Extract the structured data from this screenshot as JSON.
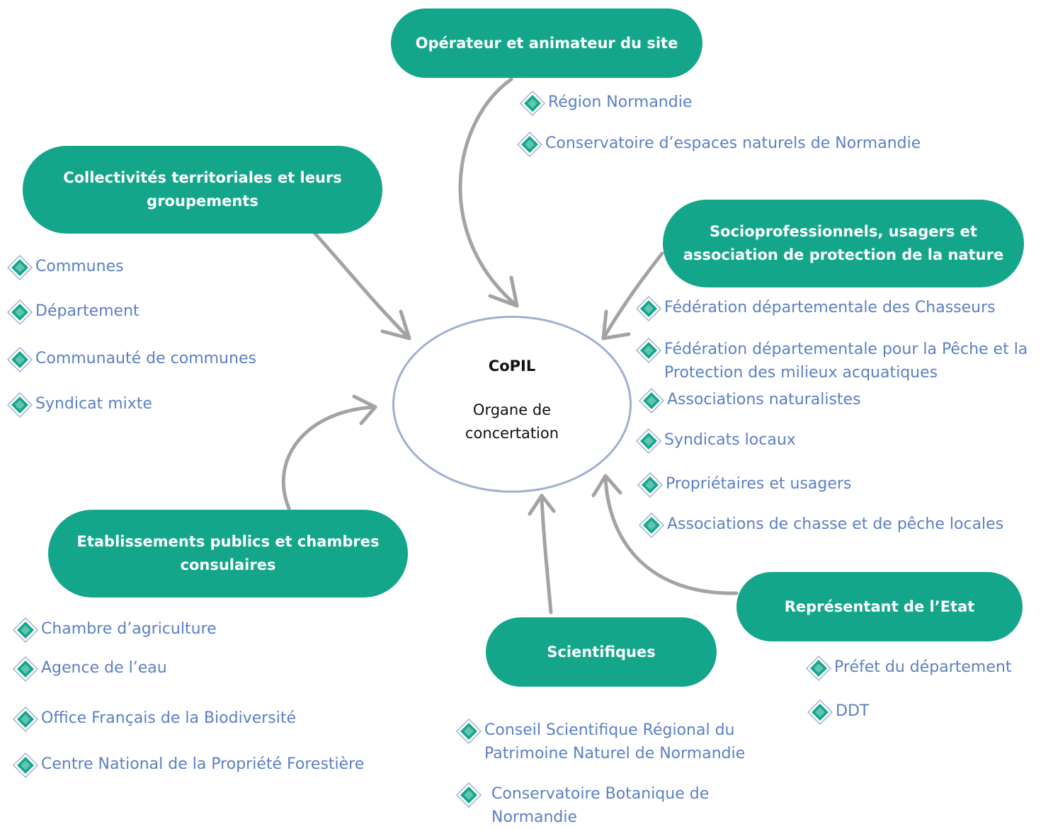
{
  "center": {
    "title": "CoPIL",
    "subtitle": "Organe de concertation"
  },
  "groups": {
    "operateur": {
      "label": "Opérateur et animateur du site",
      "items": [
        "Région Normandie",
        "Conservatoire d’espaces naturels de Normandie"
      ]
    },
    "collectivites": {
      "label": "Collectivités territoriales et leurs groupements",
      "items": [
        "Communes",
        "Département",
        "Communauté de communes",
        "Syndicat mixte"
      ]
    },
    "socioprofessionnels": {
      "label": "Socioprofessionnels, usagers et association de protection de la nature",
      "items": [
        "Fédération départementale des Chasseurs",
        "Fédération départementale pour la Pêche et la Protection des milieux acquatiques",
        "Associations naturalistes",
        "Syndicats locaux",
        "Propriétaires et usagers",
        "Associations de chasse et de pêche locales"
      ]
    },
    "etablissements": {
      "label": "Etablissements publics et chambres consulaires",
      "items": [
        "Chambre d’agriculture",
        "Agence de l’eau",
        "Office Français de la Biodiversité",
        "Centre National de la Propriété Forestière"
      ]
    },
    "scientifiques": {
      "label": "Scientifiques",
      "items": [
        "Conseil Scientifique Régional du Patrimoine Naturel de Normandie",
        "Conservatoire Botanique  de Normandie"
      ]
    },
    "etat": {
      "label": "Représentant de l’Etat",
      "items": [
        "Préfet du département",
        "DDT"
      ]
    }
  },
  "colors": {
    "pill": "#13a68b",
    "item_text": "#5b7fc4",
    "ellipse": "#9fb0cf",
    "arrow": "#9a9a9a"
  }
}
